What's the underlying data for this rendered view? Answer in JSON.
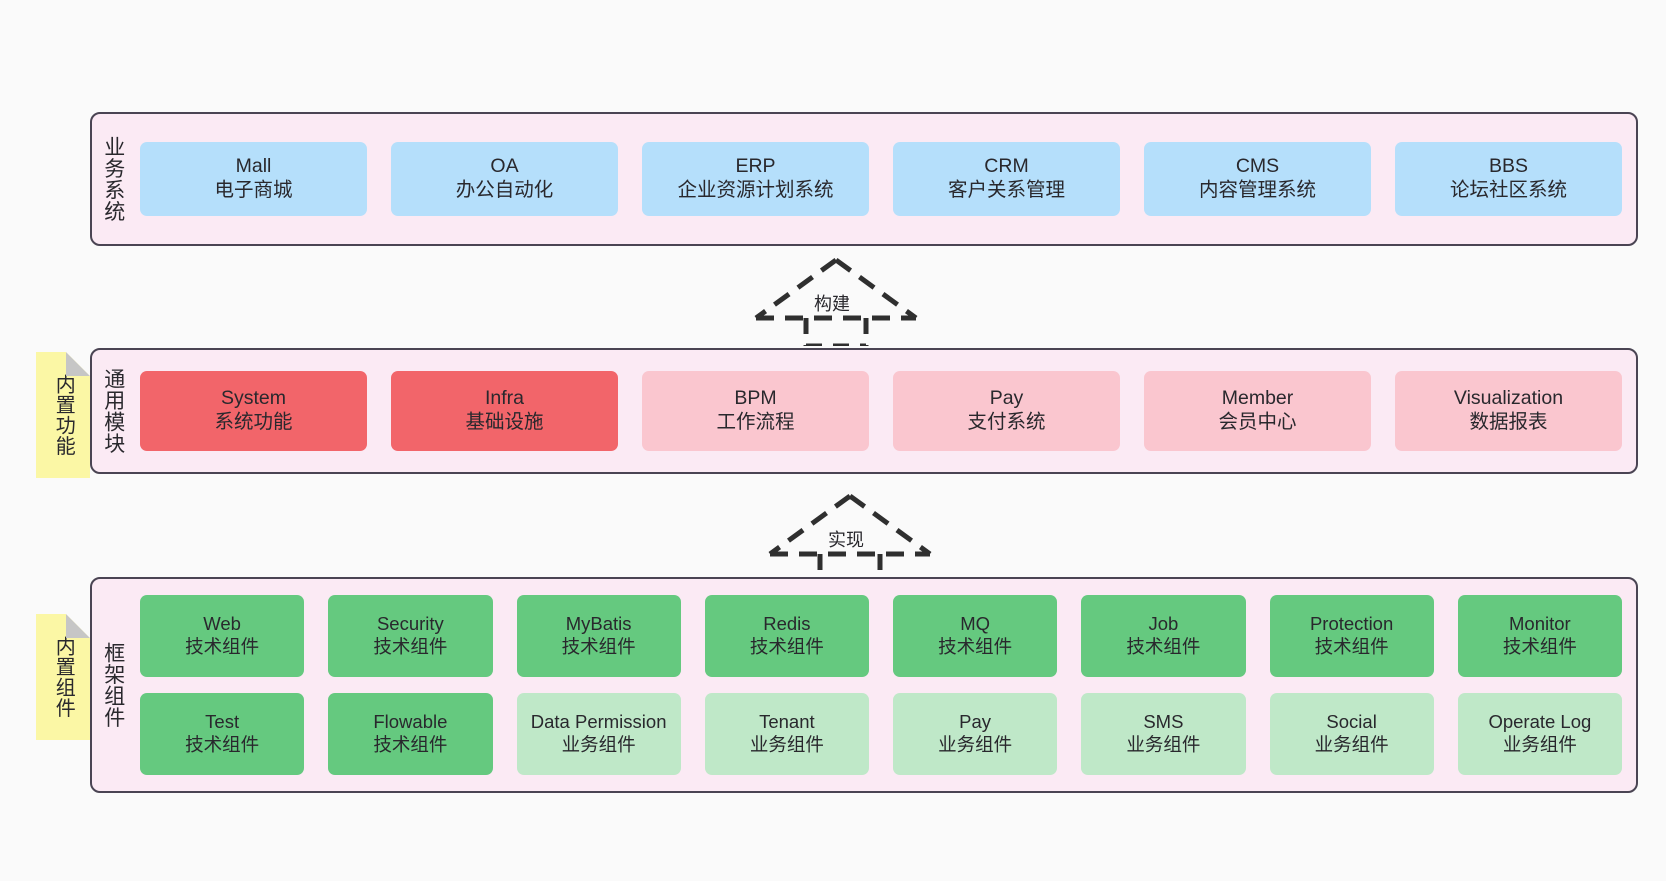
{
  "layers": [
    {
      "id": "business",
      "title": "业务系统",
      "rows": [
        {
          "cards": [
            {
              "en": "Mall",
              "cn": "电子商城",
              "color": "#b5dffb"
            },
            {
              "en": "OA",
              "cn": "办公自动化",
              "color": "#b5dffb"
            },
            {
              "en": "ERP",
              "cn": "企业资源计划系统",
              "color": "#b5dffb"
            },
            {
              "en": "CRM",
              "cn": "客户关系管理",
              "color": "#b5dffb"
            },
            {
              "en": "CMS",
              "cn": "内容管理系统",
              "color": "#b5dffb"
            },
            {
              "en": "BBS",
              "cn": "论坛社区系统",
              "color": "#b5dffb"
            }
          ]
        }
      ]
    },
    {
      "id": "common",
      "title": "通用模块",
      "rows": [
        {
          "cards": [
            {
              "en": "System",
              "cn": "系统功能",
              "color": "#f2656a"
            },
            {
              "en": "Infra",
              "cn": "基础设施",
              "color": "#f2656a"
            },
            {
              "en": "BPM",
              "cn": "工作流程",
              "color": "#fac6cf"
            },
            {
              "en": "Pay",
              "cn": "支付系统",
              "color": "#fac6cf"
            },
            {
              "en": "Member",
              "cn": "会员中心",
              "color": "#fac6cf"
            },
            {
              "en": "Visualization",
              "cn": "数据报表",
              "color": "#fac6cf"
            }
          ]
        }
      ]
    },
    {
      "id": "framework",
      "title": "框架组件",
      "rows": [
        {
          "cards": [
            {
              "en": "Web",
              "cn": "技术组件",
              "color": "#65c97f"
            },
            {
              "en": "Security",
              "cn": "技术组件",
              "color": "#65c97f"
            },
            {
              "en": "MyBatis",
              "cn": "技术组件",
              "color": "#65c97f"
            },
            {
              "en": "Redis",
              "cn": "技术组件",
              "color": "#65c97f"
            },
            {
              "en": "MQ",
              "cn": "技术组件",
              "color": "#65c97f"
            },
            {
              "en": "Job",
              "cn": "技术组件",
              "color": "#65c97f"
            },
            {
              "en": "Protection",
              "cn": "技术组件",
              "color": "#65c97f"
            },
            {
              "en": "Monitor",
              "cn": "技术组件",
              "color": "#65c97f"
            }
          ]
        },
        {
          "cards": [
            {
              "en": "Test",
              "cn": "技术组件",
              "color": "#65c97f"
            },
            {
              "en": "Flowable",
              "cn": "技术组件",
              "color": "#65c97f"
            },
            {
              "en": "Data Permission",
              "cn": "业务组件",
              "color": "#bfe8c8"
            },
            {
              "en": "Tenant",
              "cn": "业务组件",
              "color": "#bfe8c8"
            },
            {
              "en": "Pay",
              "cn": "业务组件",
              "color": "#bfe8c8"
            },
            {
              "en": "SMS",
              "cn": "业务组件",
              "color": "#bfe8c8"
            },
            {
              "en": "Social",
              "cn": "业务组件",
              "color": "#bfe8c8"
            },
            {
              "en": "Operate Log",
              "cn": "业务组件",
              "color": "#bfe8c8"
            }
          ]
        }
      ]
    }
  ],
  "notes": [
    {
      "id": "builtin-function",
      "text": "内置功能"
    },
    {
      "id": "builtin-component",
      "text": "内置组件"
    }
  ],
  "arrows": [
    {
      "id": "build",
      "label": "构建"
    },
    {
      "id": "impl",
      "label": "实现"
    }
  ],
  "colors": {
    "canvas": "#fafafa",
    "layer_fill": "#fbeaf4",
    "layer_border": "#4a4453",
    "note_fill": "#fbf7a5",
    "note_fold": "#c6c6c6",
    "blue": "#b5dffb",
    "red": "#f2656a",
    "pink": "#fac6cf",
    "green": "#65c97f",
    "green_light": "#bfe8c8",
    "text": "#29282d"
  }
}
